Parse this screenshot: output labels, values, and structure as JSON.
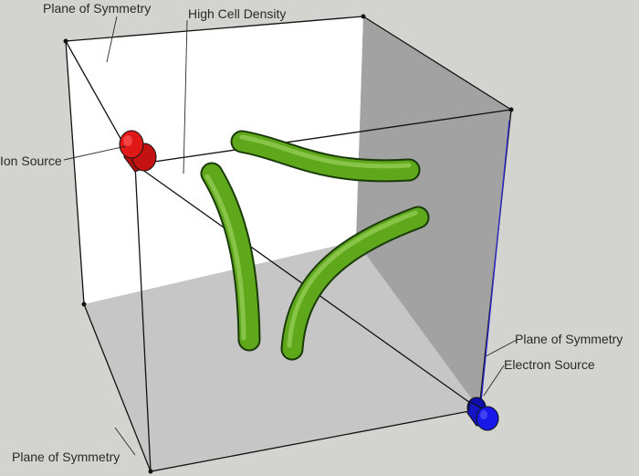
{
  "labels": {
    "plane_top": "Plane of Symmetry",
    "high_density": "High Cell Density",
    "ion_source": "Ion Source",
    "plane_right": "Plane of Symmetry",
    "electron_source": "Electron Source",
    "plane_bottom": "Plane of Symmetry"
  },
  "colors": {
    "background": "#d3d3cf",
    "back_face": "#ffffff",
    "right_face": "#a2a2a2",
    "floor_face": "#c6c6c6",
    "edge": "#111111",
    "ion_source": "#e01818",
    "electron_source": "#1818e8",
    "tube": "#5fa81c",
    "tube_highlight": "#9ad05a"
  },
  "icons": {
    "ion_source": "red-cylinder-icon",
    "electron_source": "blue-cylinder-icon",
    "tube": "green-tube-icon"
  }
}
